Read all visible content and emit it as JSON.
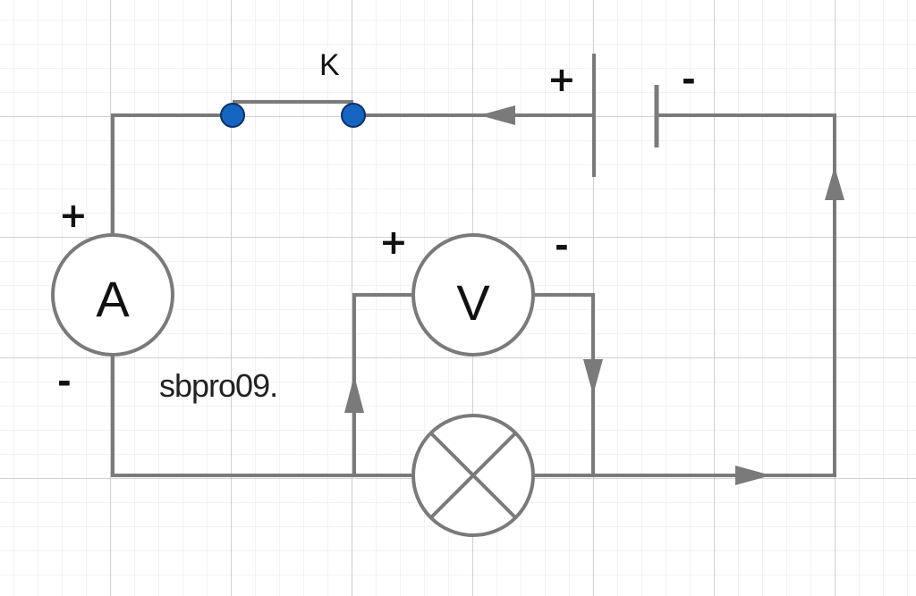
{
  "labels": {
    "switch": "K",
    "ammeter": "A",
    "voltmeter": "V",
    "watermark": "sbpro09.",
    "battery_plus": "+",
    "battery_minus": "-",
    "ammeter_plus": "+",
    "ammeter_minus": "-",
    "voltmeter_plus": "+",
    "voltmeter_minus": "-"
  },
  "colors": {
    "wire": "#7a7a7a",
    "switch_terminal": "#1565c0",
    "switch_terminal_outline": "#0d2f66",
    "grid_major": "#c4c4c4",
    "grid_minor": "#e6e6e6"
  }
}
